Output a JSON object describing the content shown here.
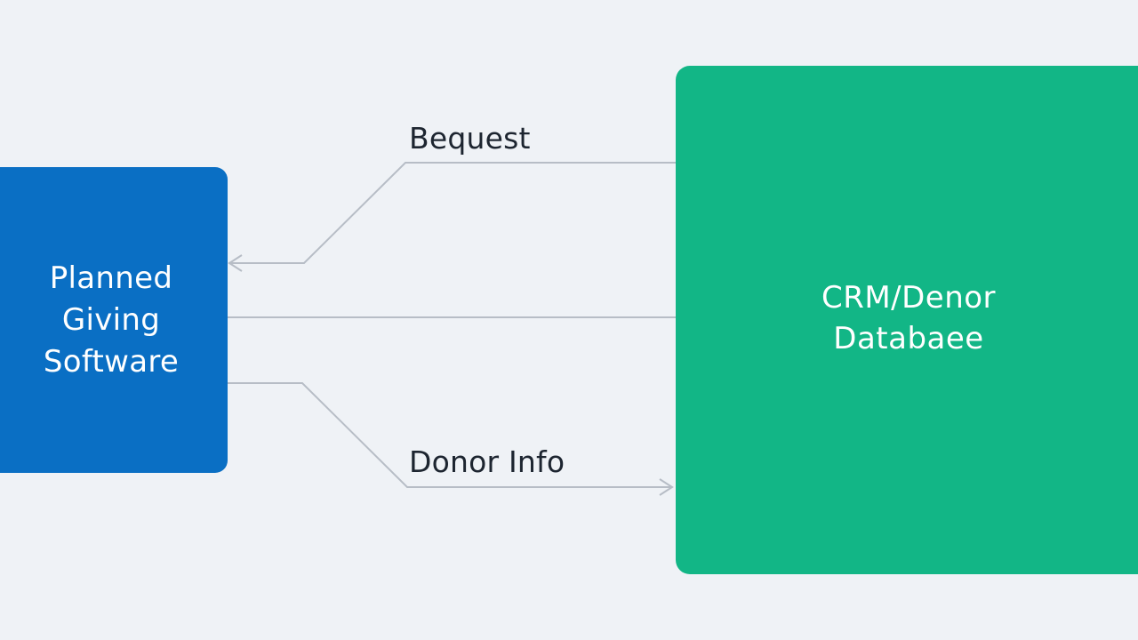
{
  "nodes": {
    "left": {
      "label_lines": [
        "Planned",
        "Giving",
        "Software"
      ],
      "color": "#0a6fc4"
    },
    "right": {
      "label_lines": [
        "CRM/Denor",
        "Databaee"
      ],
      "color": "#12b686"
    }
  },
  "edges": {
    "top": {
      "label": "Bequest",
      "direction": "right-to-left"
    },
    "middle": {
      "label": "",
      "direction": "none"
    },
    "bottom": {
      "label": "Donor Info",
      "direction": "left-to-right"
    }
  },
  "colors": {
    "background": "#eff2f6",
    "edge": "#b7bdc6",
    "text": "#1d2530"
  }
}
